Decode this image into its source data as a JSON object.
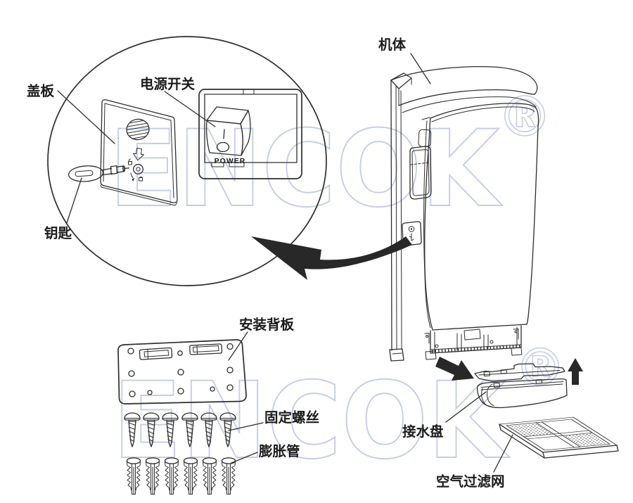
{
  "diagram": {
    "labels": {
      "main_body": "机体",
      "cover_plate": "盖板",
      "power_switch": "电源开关",
      "key": "钥匙",
      "mounting_plate": "安装背板",
      "fixing_screws": "固定螺丝",
      "expansion_tubes": "膨胀管",
      "drip_tray": "接水盘",
      "air_filter": "空气过滤网"
    },
    "switch_text": "POWER",
    "watermark": {
      "text": "ENCOK",
      "registered": "®",
      "color": "#c7cde7"
    },
    "parts_counts": {
      "fixing_screws": 6,
      "expansion_tubes": 6
    },
    "colors": {
      "line": "#2d2d2d",
      "label": "#1b1b1b",
      "arrow": "#282828",
      "background": "#ffffff"
    }
  }
}
